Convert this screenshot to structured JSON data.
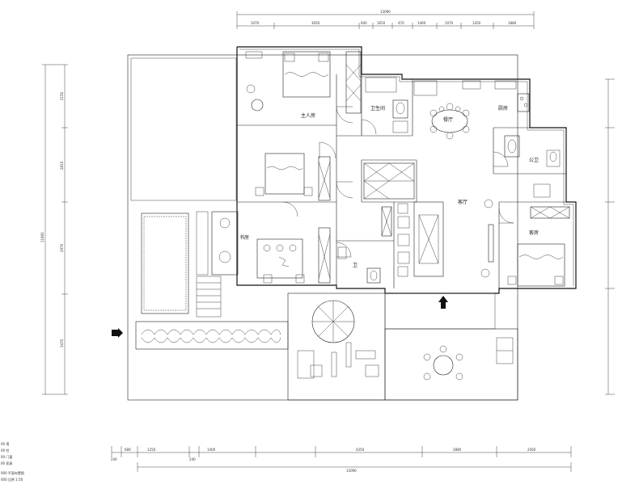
{
  "rooms": {
    "master_bedroom": "主人房",
    "bathroom_1": "卫生间",
    "dining": "餐厅",
    "kitchen": "厨房",
    "bathroom_2": "公卫",
    "living": "客厅",
    "study": "书房",
    "bathroom_3": "卫",
    "guest_bedroom": "客房"
  },
  "dimensions": {
    "top_total": "13090",
    "top_segments": [
      "1070",
      "3050",
      "600",
      "1650",
      "470",
      "1460",
      "1070",
      "1450",
      "1880"
    ],
    "left_total": "11800",
    "left_segments": [
      "2150",
      "2810",
      "2970",
      "3470"
    ],
    "bottom_total": "13090",
    "bottom_segments": [
      "240",
      "680",
      "1250",
      "240",
      "1400",
      "4350",
      "2880",
      "2560"
    ]
  },
  "legend": {
    "rows": [
      "00  墙",
      "00  柱",
      "00  门窗",
      "00  家具"
    ],
    "notes": [
      "000  平面布置图",
      "000  比例 1:50"
    ]
  },
  "icons": {
    "entry_left": "entry-arrow-icon",
    "entry_bottom": "entry-arrow-icon"
  }
}
